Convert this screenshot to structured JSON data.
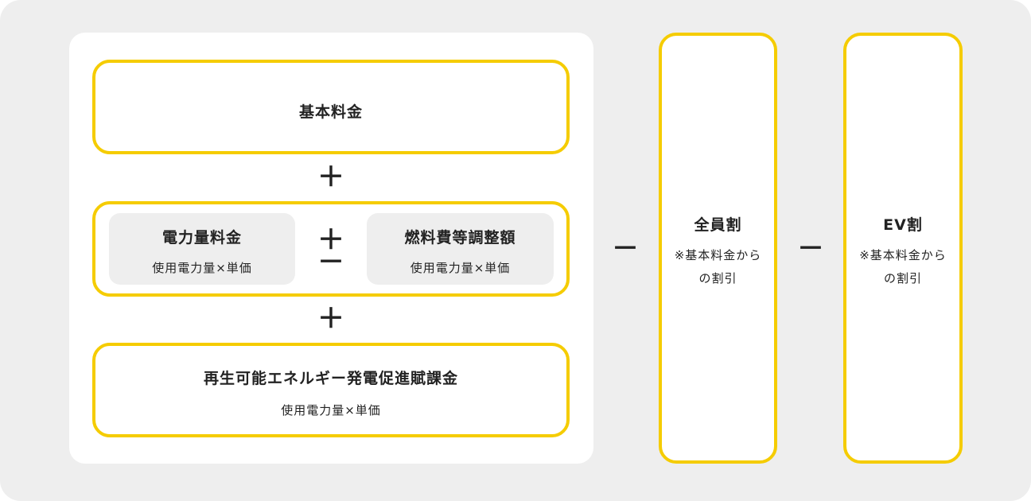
{
  "basic_fee": {
    "title": "基本料金"
  },
  "plus_1": "＋",
  "power_charge": {
    "title": "電力量料金",
    "formula": "使用電力量×単価"
  },
  "plus_minus": {
    "plus": "＋",
    "minus": "－"
  },
  "fuel_adjustment": {
    "title": "燃料費等調整額",
    "formula": "使用電力量×単価"
  },
  "plus_2": "＋",
  "renewable_levy": {
    "title": "再生可能エネルギー発電促進賦課金",
    "formula": "使用電力量×単価"
  },
  "minus_1": "－",
  "all_member_discount": {
    "title": "全員割",
    "note_line1": "※基本料金から",
    "note_line2": "の割引"
  },
  "minus_2": "－",
  "ev_discount": {
    "title": "EV割",
    "note_line1": "※基本料金から",
    "note_line2": "の割引"
  },
  "colors": {
    "accent": "#f5cc00",
    "background": "#eeeeee",
    "panel": "#ffffff",
    "text": "#222222"
  }
}
